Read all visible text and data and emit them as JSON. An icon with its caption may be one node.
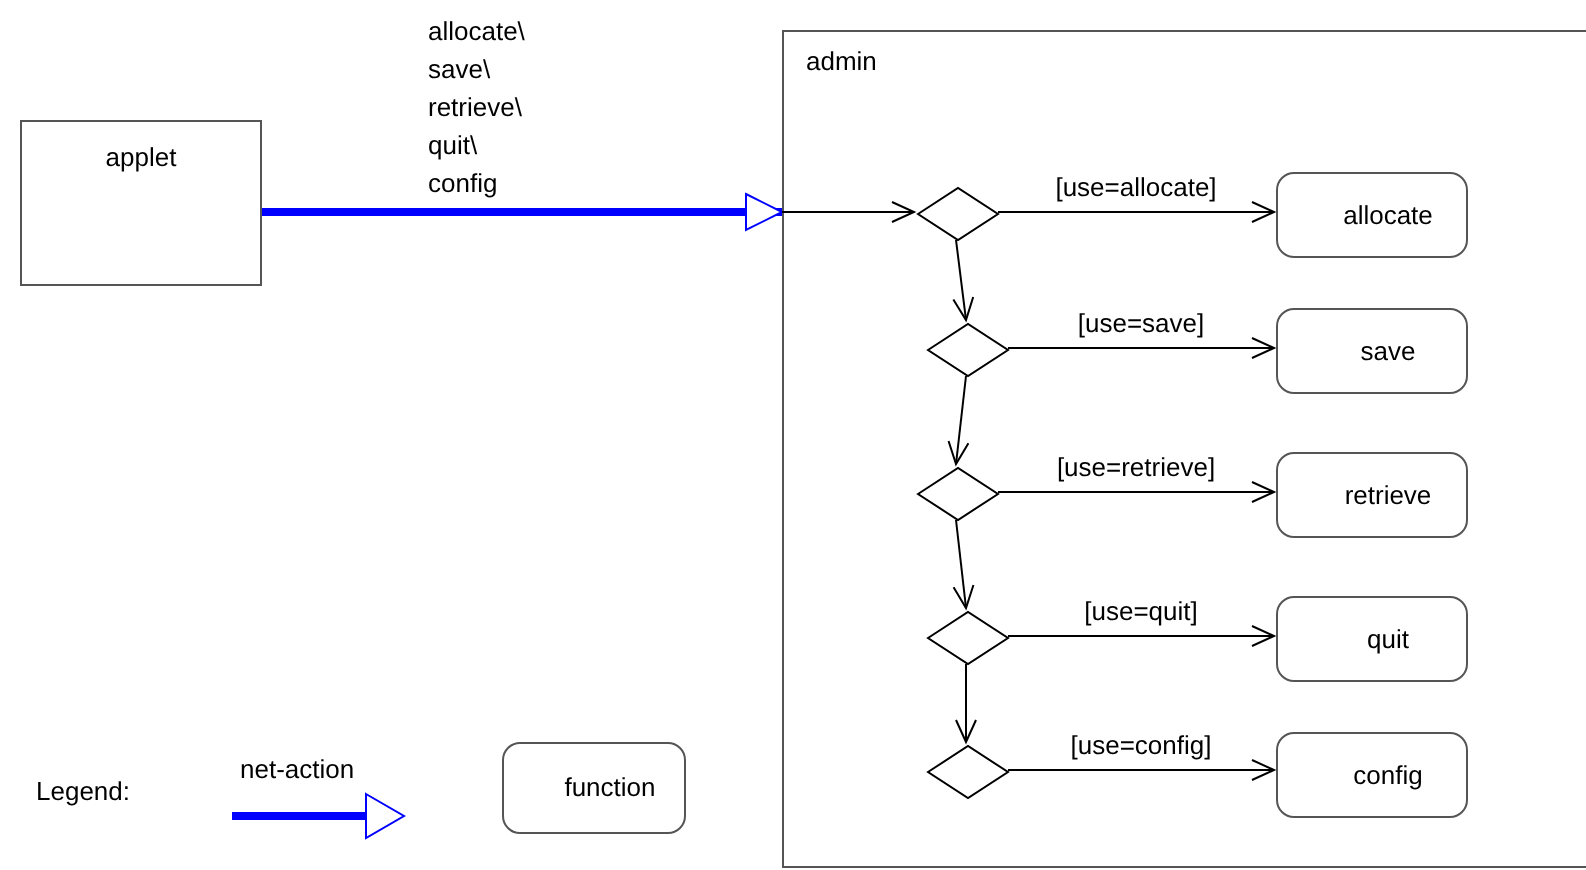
{
  "diagram": {
    "nodes": [
      {
        "text": [
          "applet"
        ]
      },
      {
        "text": [
          "admin"
        ]
      },
      {
        "text": [],
        "shape": "diamond",
        "in": 1
      },
      {
        "text": [
          "allocate"
        ],
        "in": 1
      },
      {
        "text": [],
        "shape": "diamond",
        "in": 1
      },
      {
        "text": [
          "save"
        ],
        "in": 1
      },
      {
        "text": [],
        "shape": "diamond",
        "in": 1
      },
      {
        "text": [
          "retrieve"
        ],
        "in": 1
      },
      {
        "text": [],
        "shape": "diamond",
        "in": 1
      },
      {
        "text": [
          "quit"
        ],
        "in": 1
      },
      {
        "text": [],
        "shape": "diamond",
        "in": 1
      },
      {
        "text": [
          "config"
        ],
        "in": 1
      },
      {
        "text": [
          "function"
        ]
      }
    ],
    "edges": [
      {
        "from": 0,
        "to": 1,
        "arrow": "to",
        "label": "allocate\\ save\\ retrieve\\ quit\\ config",
        "style": "thick",
        "color": "#0000ff"
      },
      {
        "from": 1,
        "to": 2,
        "arrow": "to"
      },
      {
        "from": 2,
        "to": 3,
        "arrow": "to",
        "label": "[use=allocate]"
      },
      {
        "from": 2,
        "to": 4,
        "arrow": "to"
      },
      {
        "from": 4,
        "to": 5,
        "arrow": "to",
        "label": "[use=save]"
      },
      {
        "from": 4,
        "to": 6,
        "arrow": "to"
      },
      {
        "from": 6,
        "to": 7,
        "arrow": "to",
        "label": "[use=retrieve]"
      },
      {
        "from": 6,
        "to": 8,
        "arrow": "to"
      },
      {
        "from": 8,
        "to": 9,
        "arrow": "to",
        "label": "[use=quit]"
      },
      {
        "from": 8,
        "to": 10,
        "arrow": "to"
      },
      {
        "from": 10,
        "to": 11,
        "arrow": "to",
        "label": "[use=config]"
      }
    ],
    "labels": [
      "Legend:"
    ],
    "legend": [
      {
        "text": "net-action"
      }
    ]
  }
}
